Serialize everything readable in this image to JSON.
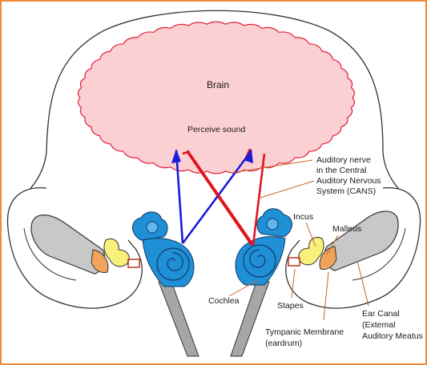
{
  "colors": {
    "frame": "#f08a3c",
    "brain_fill": "#fbd0d3",
    "brain_stroke": "#e0203a",
    "cochlea": "#1f8fd6",
    "nerve_red": "#e0141e",
    "nerve_blue": "#1b1bd8",
    "leader": "#c8642a",
    "skull_stroke": "#333333",
    "nerve_grey": "#a6a6a6"
  },
  "labels": {
    "brain": "Brain",
    "perceive": "Perceive sound",
    "auditory_nerve": [
      "Auditory nerve",
      "in the Central",
      "Auditory Nervous",
      "System (CANS)"
    ],
    "incus": "Incus",
    "malleus": "Malleus",
    "cochlea": "Cochlea",
    "stapes": "Stapes",
    "tympanic": [
      "Tympanic Membrane",
      "(eardrum)"
    ],
    "ear_canal": [
      "Ear Canal",
      "(Extemal",
      "Auditory Meatus"
    ]
  }
}
